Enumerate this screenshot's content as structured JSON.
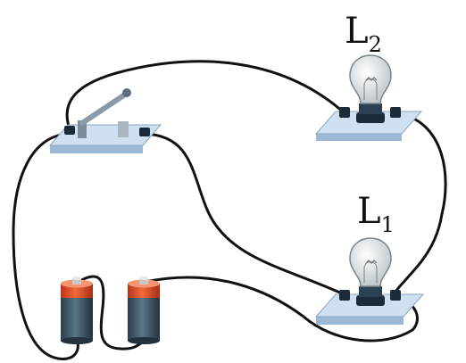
{
  "labels": {
    "lamp2": {
      "main": "L",
      "sub": "2"
    },
    "lamp1": {
      "main": "L",
      "sub": "1"
    }
  },
  "colors": {
    "wire": "#111111",
    "base_top": "#cfe0f0",
    "base_side": "#9cb8d4",
    "battery_body": "#3d5566",
    "battery_cap": "#e0451f",
    "bulb_glass": "#d9dde0",
    "socket": "#1c2b3a",
    "switch_metal": "#8a9aa8"
  },
  "icons": [
    "switch-icon",
    "bulb-icon",
    "battery-icon"
  ]
}
